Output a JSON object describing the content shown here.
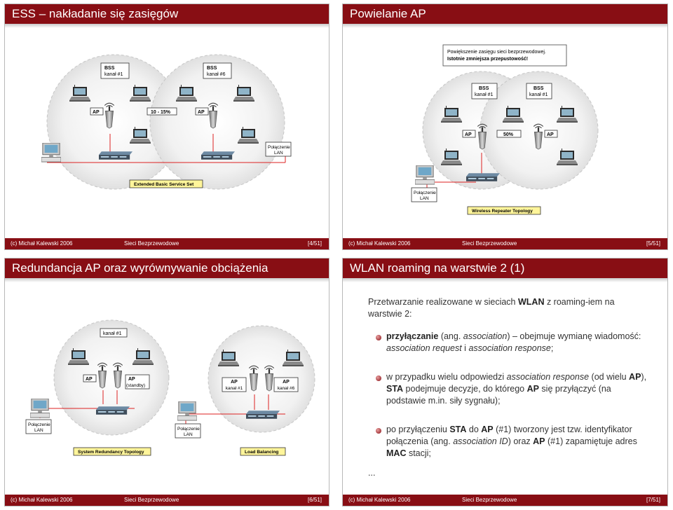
{
  "slides": [
    {
      "title": "ESS – nakładanie się zasięgów",
      "footer": {
        "author": "(c) Michał Kalewski 2006",
        "course": "Sieci Bezprzewodowe",
        "page": "[4/51]"
      },
      "diagram": {
        "bss_left": {
          "line1": "BSS",
          "line2": "kanał #1"
        },
        "bss_right": {
          "line1": "BSS",
          "line2": "kanał #6"
        },
        "ap_left": "AP",
        "overlap": "10 - 15%",
        "ap_right": "AP",
        "lan": {
          "line1": "Połączenie",
          "line2": "LAN"
        },
        "caption": "Extended Basic Service Set"
      }
    },
    {
      "title": "Powielanie AP",
      "footer": {
        "author": "(c) Michał Kalewski 2006",
        "course": "Sieci Bezprzewodowe",
        "page": "[5/51]"
      },
      "diagram": {
        "note_line1": "Powiększenie zasięgu sieci bezprzewodowej.",
        "note_line2": "Istotnie zmniejsza przepustowość!",
        "bss_left": {
          "line1": "BSS",
          "line2": "kanał #1"
        },
        "bss_right": {
          "line1": "BSS",
          "line2": "kanał #1"
        },
        "ap_left": "AP",
        "overlap": "50%",
        "ap_right": "AP",
        "lan": {
          "line1": "Połączenie",
          "line2": "LAN"
        },
        "caption": "Wireless Repeater Topology"
      }
    },
    {
      "title": "Redundancja AP oraz wyrównywanie obciążenia",
      "footer": {
        "author": "(c) Michał Kalewski 2006",
        "course": "Sieci Bezprzewodowe",
        "page": "[6/51]"
      },
      "diagram": {
        "channel_top": "kanał #1",
        "ap_a": "AP",
        "ap_b": "AP",
        "standby": "(standby)",
        "lan_left": {
          "line1": "Połączenie",
          "line2": "LAN"
        },
        "caption_left": "System Redundancy Topology",
        "ap_c": "AP",
        "ap_c_channel": "kanał #1",
        "ap_d": "AP",
        "ap_d_channel": "kanał #6",
        "lan_right": {
          "line1": "Połączenie",
          "line2": "LAN"
        },
        "caption_right": "Load Balancing"
      }
    },
    {
      "title": "WLAN roaming na warstwie 2 (1)",
      "footer": {
        "author": "(c) Michał Kalewski 2006",
        "course": "Sieci Bezprzewodowe",
        "page": "[7/51]"
      },
      "intro": {
        "a": "Przetwarzanie realizowane w sieciach ",
        "b": "WLAN",
        "c": " z roaming-iem na warstwie 2:"
      },
      "bullets": [
        {
          "a": "przyłączanie",
          "b": " (ang. ",
          "c": "association",
          "d": ") – obejmuje wymianę wiadomość: ",
          "e": "association request",
          "f": " i ",
          "g": "association response",
          "h": ";"
        },
        {
          "a": "w przypadku wielu odpowiedzi ",
          "b": "association response",
          "c": " (od wielu ",
          "d": "AP",
          "e": "), ",
          "f": "STA",
          "g": " podejmuje decyzje, do którego ",
          "h": "AP",
          "i": " się przyłączyć (na podstawie m.in. siły sygnału);"
        },
        {
          "a": "po przyłączeniu ",
          "b": "STA",
          "c": " do ",
          "d": "AP",
          "e": " (#1) tworzony jest tzw. identyfikator połączenia (ang. ",
          "f": "association ID",
          "g": ") oraz ",
          "h": "AP",
          "i": " (#1) zapamiętuje adres ",
          "j": "MAC",
          "k": " stacji;"
        }
      ],
      "ellipsis": "..."
    }
  ]
}
